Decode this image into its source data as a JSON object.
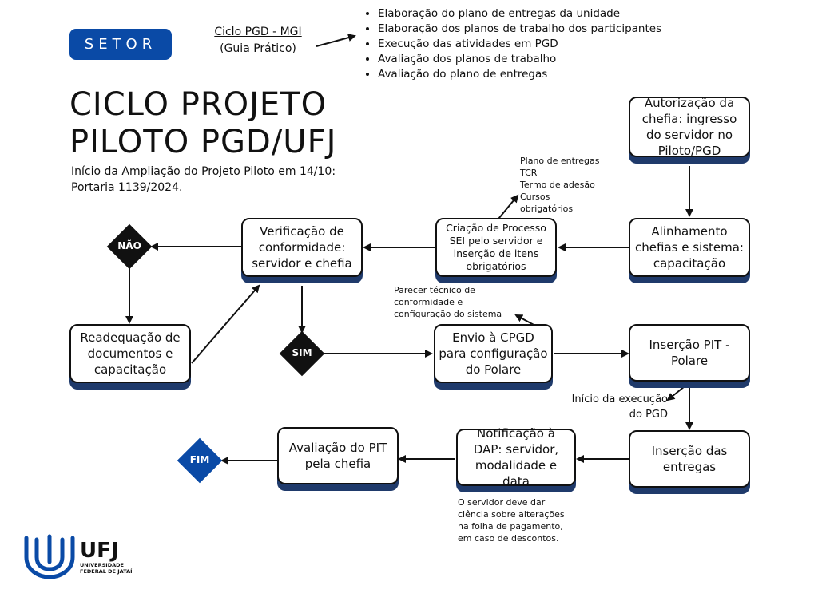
{
  "header": {
    "setor": "SETOR",
    "guia": "Ciclo PGD - MGI (Guia Prático)",
    "bullets": [
      "Elaboração do plano de entregas da unidade",
      "Elaboração dos planos de trabalho dos participantes",
      "Execução das atividades em PGD",
      "Avaliação dos planos de trabalho",
      "Avaliação do plano de entregas"
    ]
  },
  "title": {
    "line1": "CICLO PROJETO",
    "line2": "PILOTO PGD/UFJ"
  },
  "subtitle": {
    "line1": "Início da Ampliação do Projeto Piloto em 14/10:",
    "line2": "Portaria 1139/2024."
  },
  "boxes": {
    "autorizacao": "Autorização da chefia: ingresso do servidor no Piloto/PGD",
    "alinhamento": "Alinhamento chefias e sistema: capacitação",
    "criacao": "Criação de Processo SEI pelo servidor e inserção de itens obrigatórios",
    "verificacao": "Verificação de conformidade: servidor e chefia",
    "readequacao": "Readequação de documentos e capacitação",
    "envio": "Envio à CPGD para configuração do Polare",
    "insercao_pit": "Inserção PIT - Polare",
    "insercao_entregas": "Inserção das entregas",
    "notificacao": "Notificação à DAP: servidor, modalidade e data",
    "avaliacao": "Avaliação do PIT pela chefia"
  },
  "decisions": {
    "nao": "NÃO",
    "sim": "SIM",
    "fim": "FIM"
  },
  "notes": {
    "itens": [
      "Plano de entregas",
      "TCR",
      "Termo de adesão",
      "Cursos",
      "obrigatórios"
    ],
    "parecer": [
      "Parecer técnico de",
      "conformidade e",
      "configuração do sistema"
    ],
    "inicio": [
      "Início da execução",
      "do PGD"
    ],
    "servidor": [
      "O servidor deve dar",
      "ciência sobre alterações",
      "na folha de pagamento,",
      "em caso de descontos."
    ]
  },
  "logo": {
    "acronym": "UFJ",
    "line1": "UNIVERSIDADE",
    "line2": "FEDERAL DE JATAÍ"
  },
  "colors": {
    "brand_blue": "#0a4aa6",
    "shadow_blue": "#1f3a6b",
    "black": "#111111"
  }
}
